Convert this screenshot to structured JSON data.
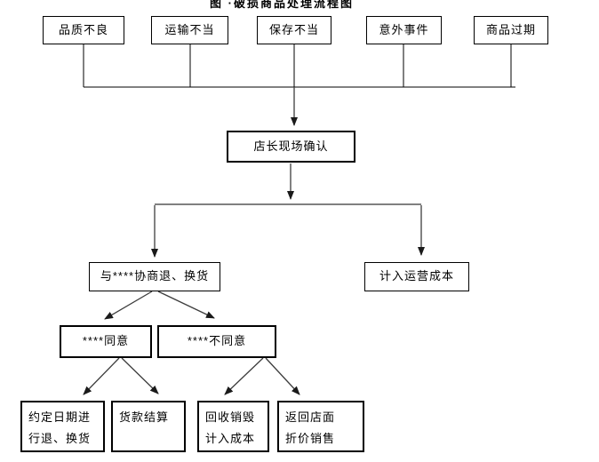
{
  "title": "图 ·破损商品处理流程图",
  "nodes": {
    "cause1": "品质不良",
    "cause2": "运输不当",
    "cause3": "保存不当",
    "cause4": "意外事件",
    "cause5": "商品过期",
    "confirm": "店长现场确认",
    "negotiate": "与****协商退、换货",
    "operating_cost": "计入运营成本",
    "agree": "****同意",
    "disagree": "****不同意",
    "schedule_line1": "约定日期进",
    "schedule_line2": "行退、换货",
    "settlement": "货款结算",
    "recycle_line1": "回收销毁",
    "recycle_line2": "计入成本",
    "return_line1": "返回店面",
    "return_line2": "折价销售"
  },
  "colors": {
    "background": "#ffffff",
    "box_border": "#000000",
    "connector_line": "#000000",
    "arrow": "#3d3d3d",
    "text": "#000000"
  }
}
